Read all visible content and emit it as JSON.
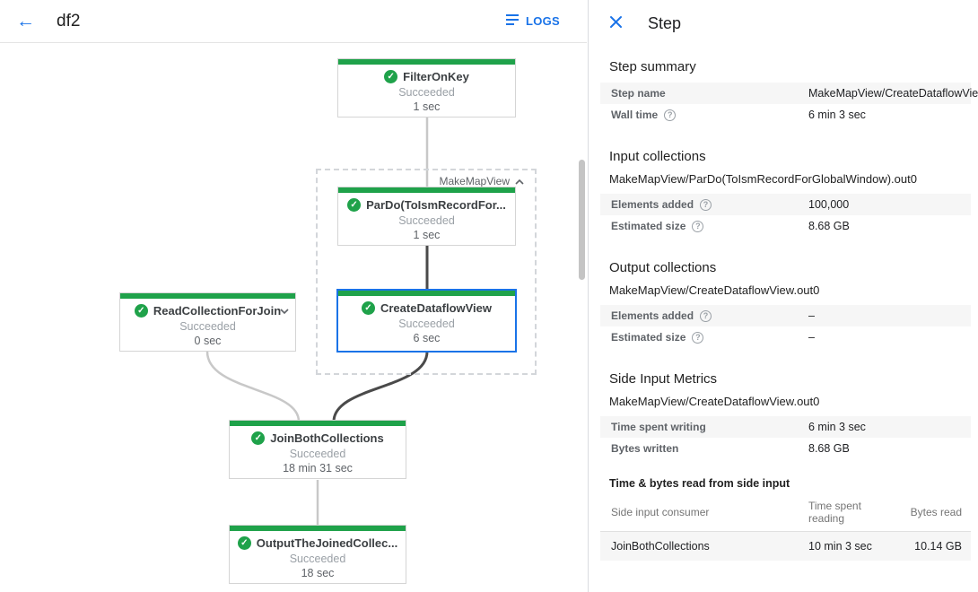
{
  "colors": {
    "green": "#1fa24a",
    "blue": "#1a73e8",
    "edge_light": "#c8c8c8",
    "edge_dark": "#4a4a4a"
  },
  "icons": {
    "back": "←",
    "check": "✓",
    "help": "?"
  },
  "header": {
    "title": "df2",
    "logs": "LOGS"
  },
  "graph": {
    "group": {
      "label": "MakeMapView"
    },
    "nodes": [
      {
        "title": "FilterOnKey",
        "status": "Succeeded",
        "duration": "1 sec"
      },
      {
        "title": "ParDo(ToIsmRecordFor...",
        "status": "Succeeded",
        "duration": "1 sec"
      },
      {
        "title": "CreateDataflowView",
        "status": "Succeeded",
        "duration": "6 sec"
      },
      {
        "title": "ReadCollectionForJoin",
        "status": "Succeeded",
        "duration": "0 sec"
      },
      {
        "title": "JoinBothCollections",
        "status": "Succeeded",
        "duration": "18 min 31 sec"
      },
      {
        "title": "OutputTheJoinedCollec...",
        "status": "Succeeded",
        "duration": "18 sec"
      }
    ]
  },
  "panel": {
    "title": "Step",
    "step_summary": {
      "heading": "Step summary",
      "rows": [
        {
          "label": "Step name",
          "value": "MakeMapView/CreateDataflowView"
        },
        {
          "label": "Wall time",
          "value": "6 min 3 sec"
        }
      ]
    },
    "input_collections": {
      "heading": "Input collections",
      "collection": "MakeMapView/ParDo(ToIsmRecordForGlobalWindow).out0",
      "rows": [
        {
          "label": "Elements added",
          "value": "100,000"
        },
        {
          "label": "Estimated size",
          "value": "8.68 GB"
        }
      ]
    },
    "output_collections": {
      "heading": "Output collections",
      "collection": "MakeMapView/CreateDataflowView.out0",
      "rows": [
        {
          "label": "Elements added",
          "value": "–"
        },
        {
          "label": "Estimated size",
          "value": "–"
        }
      ]
    },
    "side_input_metrics": {
      "heading": "Side Input Metrics",
      "collection": "MakeMapView/CreateDataflowView.out0",
      "rows": [
        {
          "label": "Time spent writing",
          "value": "6 min 3 sec"
        },
        {
          "label": "Bytes written",
          "value": "8.68 GB"
        }
      ],
      "table": {
        "heading": "Time & bytes read from side input",
        "columns": [
          "Side input consumer",
          "Time spent reading",
          "Bytes read"
        ],
        "row": [
          "JoinBothCollections",
          "10 min 3 sec",
          "10.14 GB"
        ]
      }
    }
  }
}
